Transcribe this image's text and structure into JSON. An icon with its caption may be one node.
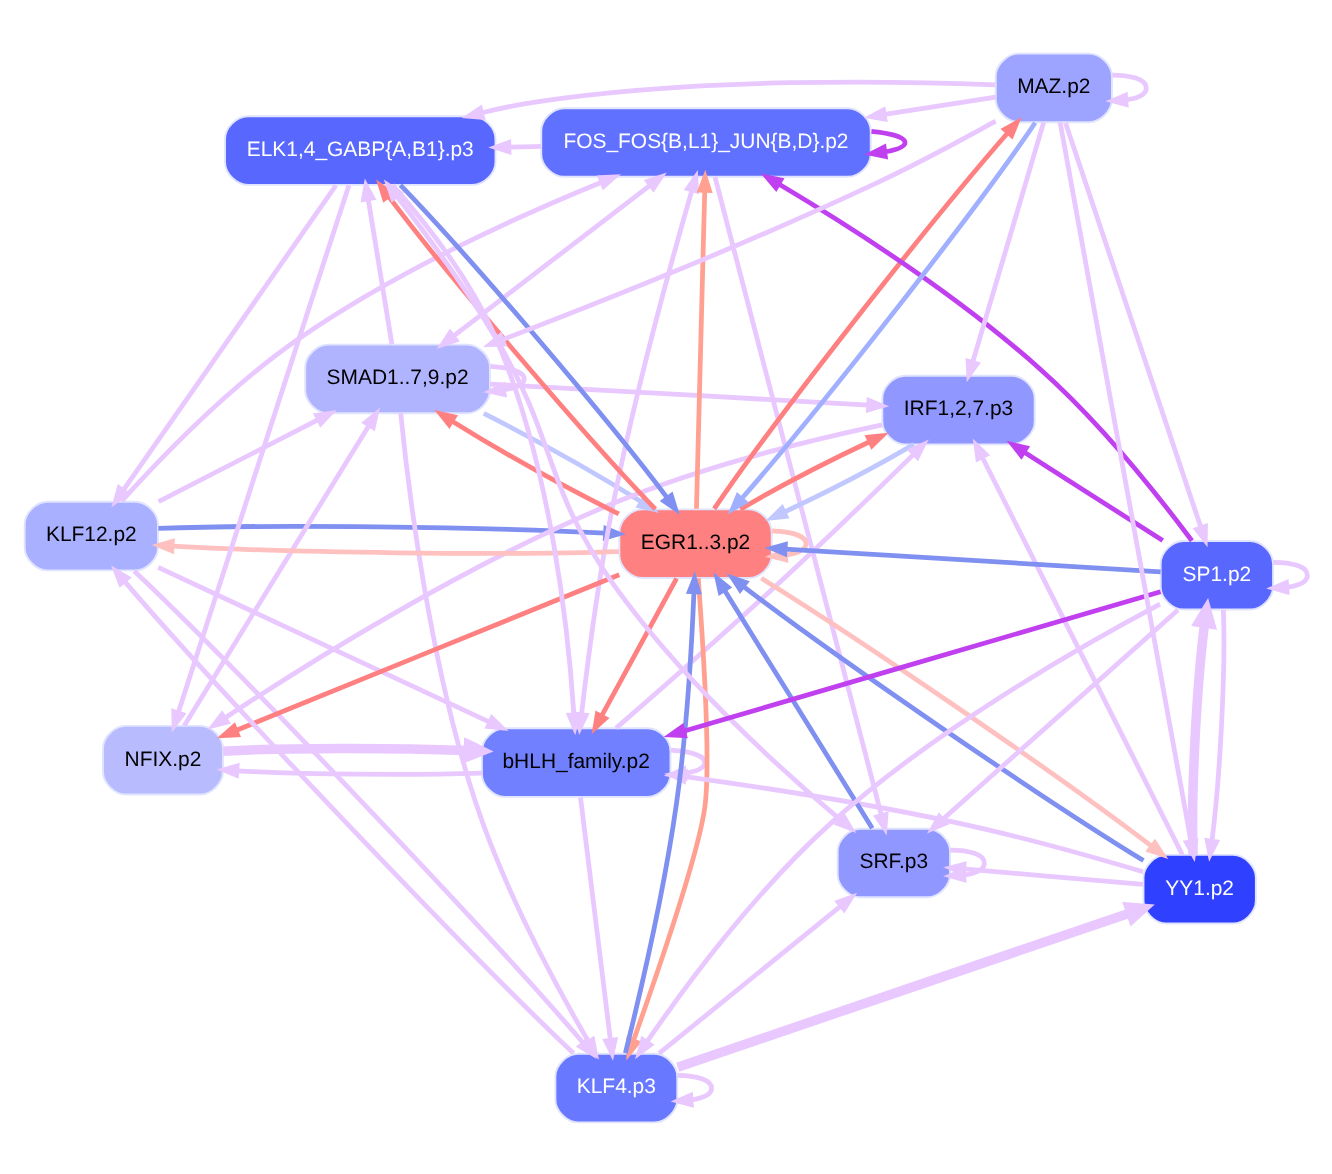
{
  "diagram": {
    "nodes": [
      {
        "text": [
          "KLF12.p2"
        ]
      },
      {
        "text": [
          "SMAD1..7,9.p2"
        ]
      },
      {
        "text": [
          "NFIX.p2"
        ]
      },
      {
        "text": [
          "FOS_FOS{B,L1}_JUN{B,D}.p2"
        ]
      },
      {
        "text": [
          "IRF1,2,7.p3"
        ]
      },
      {
        "text": [
          "bHLH_family.p2"
        ]
      },
      {
        "text": [
          "EGR1..3.p2"
        ]
      },
      {
        "text": [
          "YY1.p2"
        ]
      },
      {
        "text": [
          "KLF4.p3"
        ]
      },
      {
        "text": [
          "SRF.p3"
        ]
      },
      {
        "text": [
          "SP1.p2"
        ]
      },
      {
        "text": [
          "ELK1,4_GABP{A,B1}.p3"
        ]
      },
      {
        "text": [
          "MAZ.p2"
        ]
      }
    ],
    "edges": [
      {
        "from": 0,
        "to": 6,
        "arrow": "to",
        "color": "#8090f0"
      },
      {
        "from": 6,
        "to": 0,
        "arrow": "to",
        "color": "#ffc0c0"
      },
      {
        "from": 6,
        "to": 1,
        "arrow": "to",
        "color": "#ff8080"
      },
      {
        "from": 1,
        "to": 6,
        "arrow": "to",
        "color": "#c0c8ff"
      },
      {
        "from": 6,
        "to": 2,
        "arrow": "to",
        "color": "#ff8080"
      },
      {
        "from": 6,
        "to": 3,
        "arrow": "to",
        "color": "#ffa090"
      },
      {
        "from": 6,
        "to": 4,
        "arrow": "to",
        "color": "#ff8080"
      },
      {
        "from": 4,
        "to": 6,
        "arrow": "to",
        "color": "#c0c8ff"
      },
      {
        "from": 6,
        "to": 5,
        "arrow": "to",
        "color": "#ff8080"
      },
      {
        "from": 6,
        "to": 7,
        "arrow": "to",
        "color": "#ffc0c0"
      },
      {
        "from": 7,
        "to": 6,
        "arrow": "to",
        "color": "#8090f0"
      },
      {
        "from": 6,
        "to": 8,
        "arrow": "to",
        "color": "#ffa090"
      },
      {
        "from": 8,
        "to": 6,
        "arrow": "to",
        "color": "#8090f0"
      },
      {
        "from": 10,
        "to": 6,
        "arrow": "to",
        "color": "#8090f0"
      },
      {
        "from": 9,
        "to": 6,
        "arrow": "to",
        "color": "#8090f0"
      },
      {
        "from": 6,
        "to": 11,
        "arrow": "to",
        "color": "#ff8080"
      },
      {
        "from": 11,
        "to": 6,
        "arrow": "to",
        "color": "#8090f0"
      },
      {
        "from": 6,
        "to": 12,
        "arrow": "to",
        "color": "#ff8080"
      },
      {
        "from": 12,
        "to": 6,
        "arrow": "to",
        "color": "#a0b0ff"
      },
      {
        "from": 6,
        "to": 6,
        "arrow": "to",
        "color": "#ffc0c0"
      },
      {
        "from": 10,
        "to": 4,
        "arrow": "to",
        "color": "#c040f0"
      },
      {
        "from": 10,
        "to": 3,
        "arrow": "to",
        "color": "#c040f0"
      },
      {
        "from": 10,
        "to": 5,
        "arrow": "to",
        "color": "#c040f0"
      },
      {
        "from": 3,
        "to": 3,
        "arrow": "to",
        "color": "#c040f0"
      },
      {
        "from": 1,
        "to": 1,
        "arrow": "to"
      },
      {
        "from": 5,
        "to": 5,
        "arrow": "to"
      },
      {
        "from": 8,
        "to": 8,
        "arrow": "to"
      },
      {
        "from": 9,
        "to": 9,
        "arrow": "to"
      },
      {
        "from": 10,
        "to": 10,
        "arrow": "to"
      },
      {
        "from": 12,
        "to": 12,
        "arrow": "to"
      },
      {
        "from": 0,
        "to": 1,
        "arrow": "to"
      },
      {
        "from": 0,
        "to": 3,
        "arrow": "to"
      },
      {
        "from": 0,
        "to": 5,
        "arrow": "to"
      },
      {
        "from": 0,
        "to": 8,
        "arrow": "to"
      },
      {
        "from": 2,
        "to": 1,
        "arrow": "to"
      },
      {
        "from": 2,
        "to": 5,
        "arrow": "to",
        "style": "thick"
      },
      {
        "from": 1,
        "to": 3,
        "arrow": "both"
      },
      {
        "from": 3,
        "to": 5,
        "arrow": "both"
      },
      {
        "from": 1,
        "to": 4,
        "arrow": "to"
      },
      {
        "from": 1,
        "to": 8,
        "arrow": "to"
      },
      {
        "from": 1,
        "to": 11,
        "arrow": "to"
      },
      {
        "from": 4,
        "to": 2,
        "arrow": "to"
      },
      {
        "from": 5,
        "to": 4,
        "arrow": "to"
      },
      {
        "from": 5,
        "to": 2,
        "arrow": "to"
      },
      {
        "from": 5,
        "to": 8,
        "arrow": "to"
      },
      {
        "from": 8,
        "to": 7,
        "arrow": "to",
        "style": "thick"
      },
      {
        "from": 8,
        "to": 9,
        "arrow": "to"
      },
      {
        "from": 8,
        "to": 0,
        "arrow": "to"
      },
      {
        "from": 7,
        "to": 9,
        "arrow": "to"
      },
      {
        "from": 7,
        "to": 4,
        "arrow": "to"
      },
      {
        "from": 7,
        "to": 10,
        "arrow": "to",
        "style": "thick"
      },
      {
        "from": 7,
        "to": 5,
        "arrow": "to"
      },
      {
        "from": 9,
        "to": 11,
        "arrow": "both"
      },
      {
        "from": 10,
        "to": 9,
        "arrow": "to"
      },
      {
        "from": 10,
        "to": 8,
        "arrow": "to"
      },
      {
        "from": 10,
        "to": 7,
        "arrow": "to"
      },
      {
        "from": 11,
        "to": 0,
        "arrow": "to"
      },
      {
        "from": 11,
        "to": 5,
        "arrow": "to"
      },
      {
        "from": 11,
        "to": 2,
        "arrow": "to"
      },
      {
        "from": 12,
        "to": 1,
        "arrow": "to"
      },
      {
        "from": 12,
        "to": 4,
        "arrow": "to"
      },
      {
        "from": 12,
        "to": 7,
        "arrow": "to"
      },
      {
        "from": 12,
        "to": 10,
        "arrow": "to"
      },
      {
        "from": 12,
        "to": 3,
        "arrow": "to"
      },
      {
        "from": 12,
        "to": 11,
        "arrow": "to"
      },
      {
        "from": 3,
        "to": 9,
        "arrow": "to"
      },
      {
        "from": 3,
        "to": 11,
        "arrow": "to"
      }
    ]
  }
}
